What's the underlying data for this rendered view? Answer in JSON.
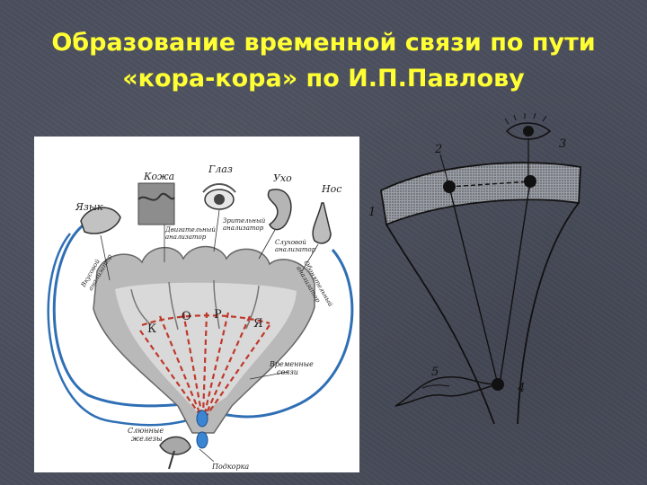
{
  "slide": {
    "title_line1": "Образование временной связи по пути",
    "title_line2": "«кора-кора» по И.П.Павлову"
  },
  "left_diagram": {
    "labels": {
      "skin": "Кожа",
      "eye": "Глаз",
      "ear": "Ухо",
      "nose": "Нос",
      "tongue": "Язык",
      "k": "К",
      "o": "О",
      "r": "Р",
      "ya": "Я",
      "temp_links_1": "Временные",
      "temp_links_2": "связи",
      "saliva_1": "Слюнные",
      "saliva_2": "железы",
      "subcortex": "Подкорка",
      "cutaneous_1": "Двигательный",
      "cutaneous_2": "анализатор",
      "visual_1": "Зрительный",
      "visual_2": "анализатор",
      "auditory_1": "Слуховой",
      "auditory_2": "анализатор",
      "olfactory_1": "Обонятельный",
      "olfactory_2": "анализатор",
      "taste_1": "Вкусовой",
      "taste_2": "анализатор"
    }
  },
  "right_diagram": {
    "numbers": [
      "1",
      "2",
      "3",
      "4",
      "5"
    ]
  },
  "colors": {
    "title": "#ffff33",
    "background": "#4a4e5c",
    "pathway_red": "#c0392b",
    "pathway_blue": "#2f6fb5"
  }
}
